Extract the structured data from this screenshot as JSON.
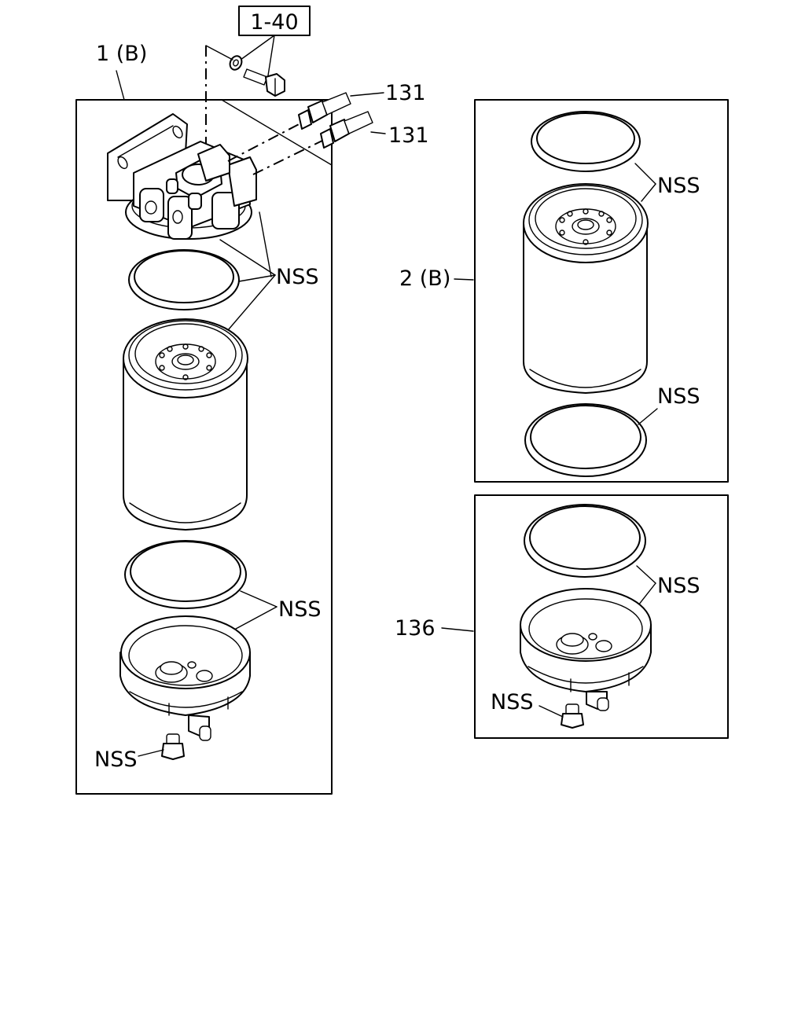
{
  "labels": {
    "ref_box": "1-40",
    "assembly_1": "1 (B)",
    "assembly_2": "2 (B)",
    "part_136": "136",
    "part_131_a": "131",
    "part_131_b": "131",
    "nss_1": "NSS",
    "nss_2": "NSS",
    "nss_3": "NSS",
    "nss_4": "NSS",
    "nss_5": "NSS",
    "nss_6": "NSS",
    "nss_7": "NSS"
  }
}
